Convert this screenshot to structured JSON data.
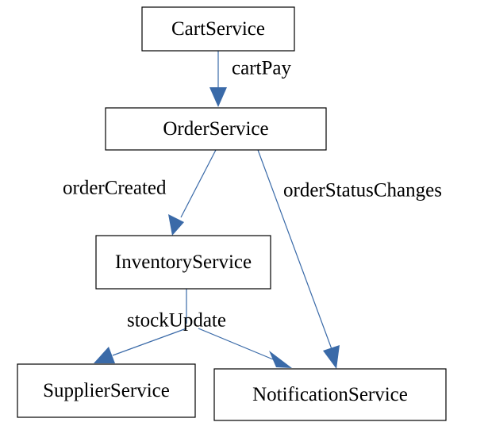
{
  "nodes": {
    "cart": "CartService",
    "order": "OrderService",
    "inventory": "InventoryService",
    "supplier": "SupplierService",
    "notification": "NotificationService"
  },
  "edges": {
    "cart_to_order": "cartPay",
    "order_to_inventory": "orderCreated",
    "order_to_notification": "orderStatusChanges",
    "inventory_updates": "stockUpdate"
  },
  "colors": {
    "arrow": "#3a6aa8",
    "box_border": "#000000",
    "text": "#000000",
    "background": "#ffffff"
  }
}
